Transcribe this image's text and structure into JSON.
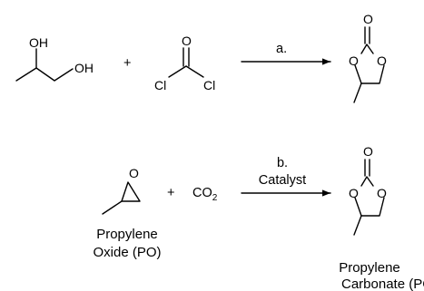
{
  "reaction_a": {
    "step_label": "a.",
    "plus": "+",
    "reactant_1_atoms": {
      "oh_top": "OH",
      "oh_right": "OH"
    },
    "reactant_2_atoms": {
      "o": "O",
      "cl_left": "Cl",
      "cl_right": "Cl"
    },
    "product_atoms": {
      "o_carbonyl": "O",
      "o_ring_left": "O",
      "o_ring_right": "O"
    }
  },
  "reaction_b": {
    "step_label": "b.",
    "condition": "Catalyst",
    "plus": "+",
    "reactant_1_atoms": {
      "o": "O"
    },
    "reactant_1_name": [
      "Propylene",
      "Oxide (PO)"
    ],
    "reactant_2": {
      "main": "CO",
      "subscript": "2"
    },
    "product_atoms": {
      "o_carbonyl": "O",
      "o_ring_left": "O",
      "o_ring_right": "O"
    },
    "product_name": [
      "Propylene",
      "Carbonate (PC"
    ]
  }
}
